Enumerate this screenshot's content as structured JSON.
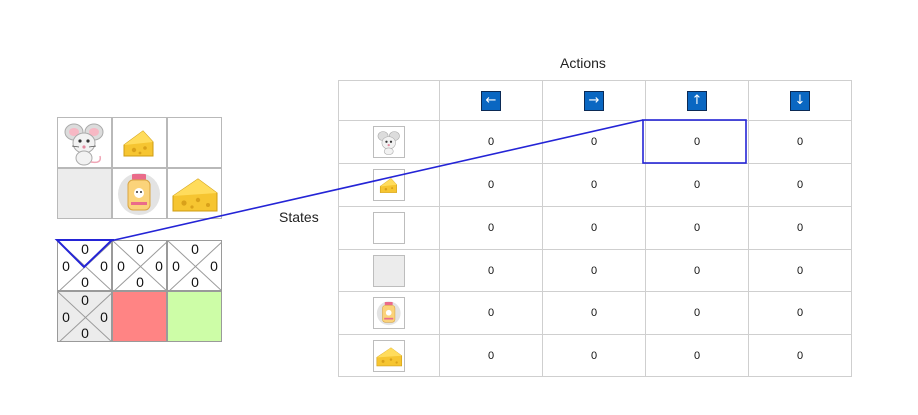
{
  "labels": {
    "states": "States",
    "actions": "Actions"
  },
  "table": {
    "actions": [
      {
        "glyph": "←",
        "icon": "arrow-left-icon"
      },
      {
        "glyph": "→",
        "icon": "arrow-right-icon"
      },
      {
        "glyph": "↑",
        "icon": "arrow-up-icon"
      },
      {
        "glyph": "↓",
        "icon": "arrow-down-icon"
      }
    ],
    "states": [
      {
        "icon": "mouse-icon",
        "values": [
          "0",
          "0",
          "0",
          "0"
        ]
      },
      {
        "icon": "cheese-small-icon",
        "values": [
          "0",
          "0",
          "0",
          "0"
        ]
      },
      {
        "icon": "empty-cell-icon",
        "values": [
          "0",
          "0",
          "0",
          "0"
        ]
      },
      {
        "icon": "empty-grey-cell-icon",
        "values": [
          "0",
          "0",
          "0",
          "0"
        ]
      },
      {
        "icon": "poison-jar-icon",
        "values": [
          "0",
          "0",
          "0",
          "0"
        ]
      },
      {
        "icon": "cheese-big-icon",
        "values": [
          "0",
          "0",
          "0",
          "0"
        ]
      }
    ]
  },
  "qgrid": {
    "cells": [
      {
        "top": "0",
        "left": "0",
        "right": "0",
        "bottom": "0"
      },
      {
        "top": "0",
        "left": "0",
        "right": "0",
        "bottom": "0"
      },
      {
        "top": "0",
        "left": "0",
        "right": "0",
        "bottom": "0"
      },
      {
        "top": "0",
        "left": "0",
        "right": "0",
        "bottom": "0"
      }
    ],
    "poison_color": "#ff8484",
    "goal_color": "#cdfda7"
  },
  "world": {
    "cells": [
      "mouse-icon",
      "cheese-small-icon",
      "empty",
      "empty-grey",
      "poison-jar-icon",
      "cheese-big-icon"
    ]
  },
  "colors": {
    "highlight": "#2424d6",
    "action_button": "#0a67c2"
  }
}
